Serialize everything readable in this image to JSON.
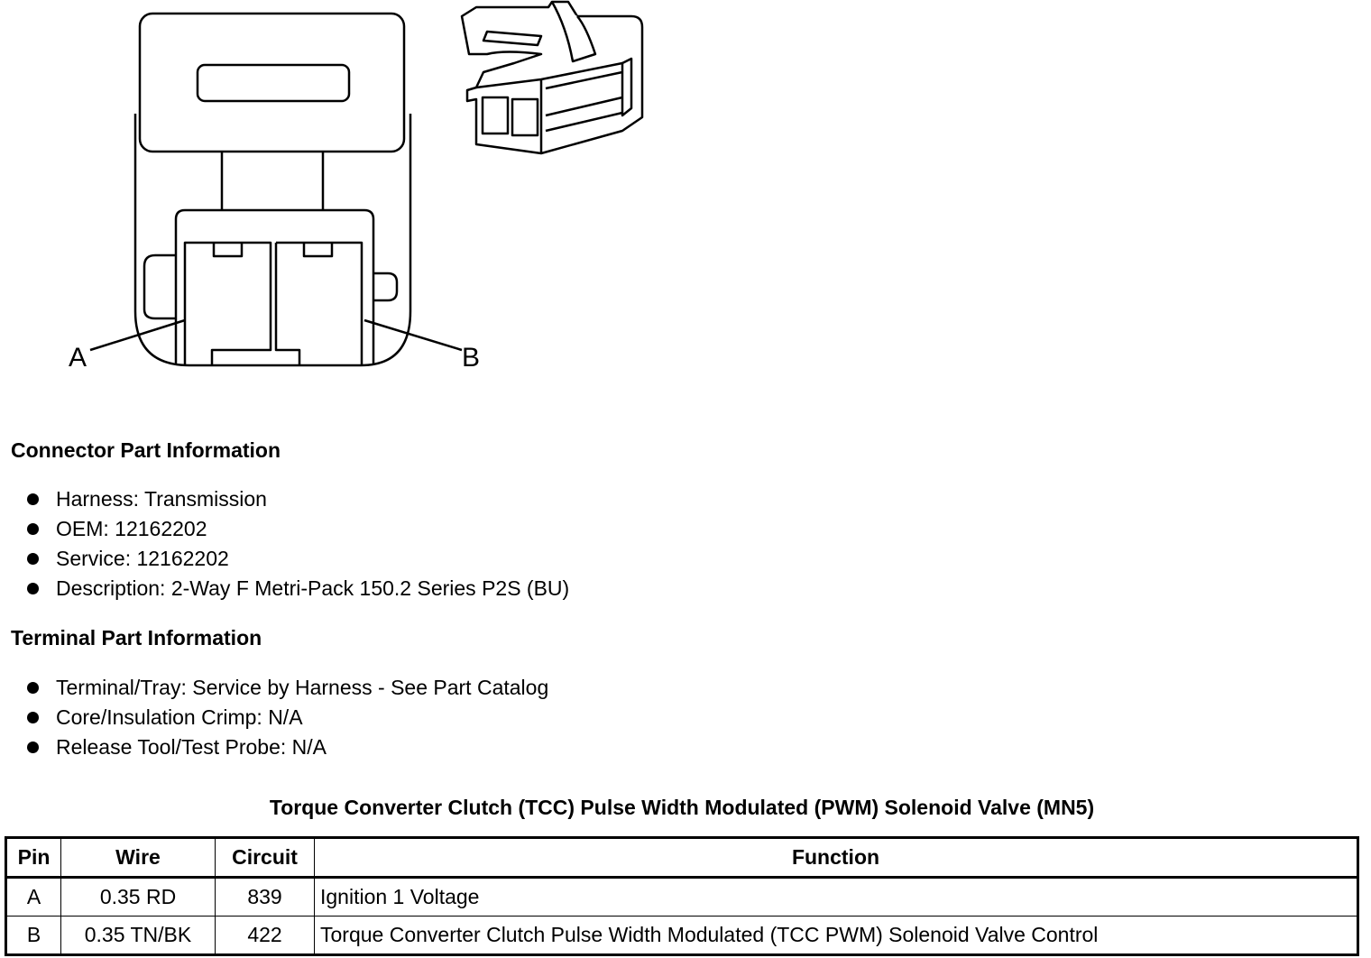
{
  "diagram": {
    "pin_labels": [
      "A",
      "B"
    ]
  },
  "connector_info": {
    "title": "Connector Part Information",
    "items": [
      "Harness: Transmission",
      "OEM: 12162202",
      "Service: 12162202",
      "Description: 2-Way F Metri-Pack 150.2 Series P2S (BU)"
    ]
  },
  "terminal_info": {
    "title": "Terminal Part Information",
    "items": [
      "Terminal/Tray: Service by Harness - See Part Catalog",
      "Core/Insulation Crimp: N/A",
      "Release Tool/Test Probe: N/A"
    ]
  },
  "pin_table": {
    "title": "Torque Converter Clutch (TCC) Pulse Width Modulated (PWM) Solenoid Valve (MN5)",
    "headers": [
      "Pin",
      "Wire",
      "Circuit",
      "Function"
    ],
    "rows": [
      [
        "A",
        "0.35 RD",
        "839",
        "Ignition 1 Voltage"
      ],
      [
        "B",
        "0.35 TN/BK",
        "422",
        "Torque Converter Clutch Pulse Width Modulated (TCC PWM) Solenoid Valve Control"
      ]
    ]
  }
}
